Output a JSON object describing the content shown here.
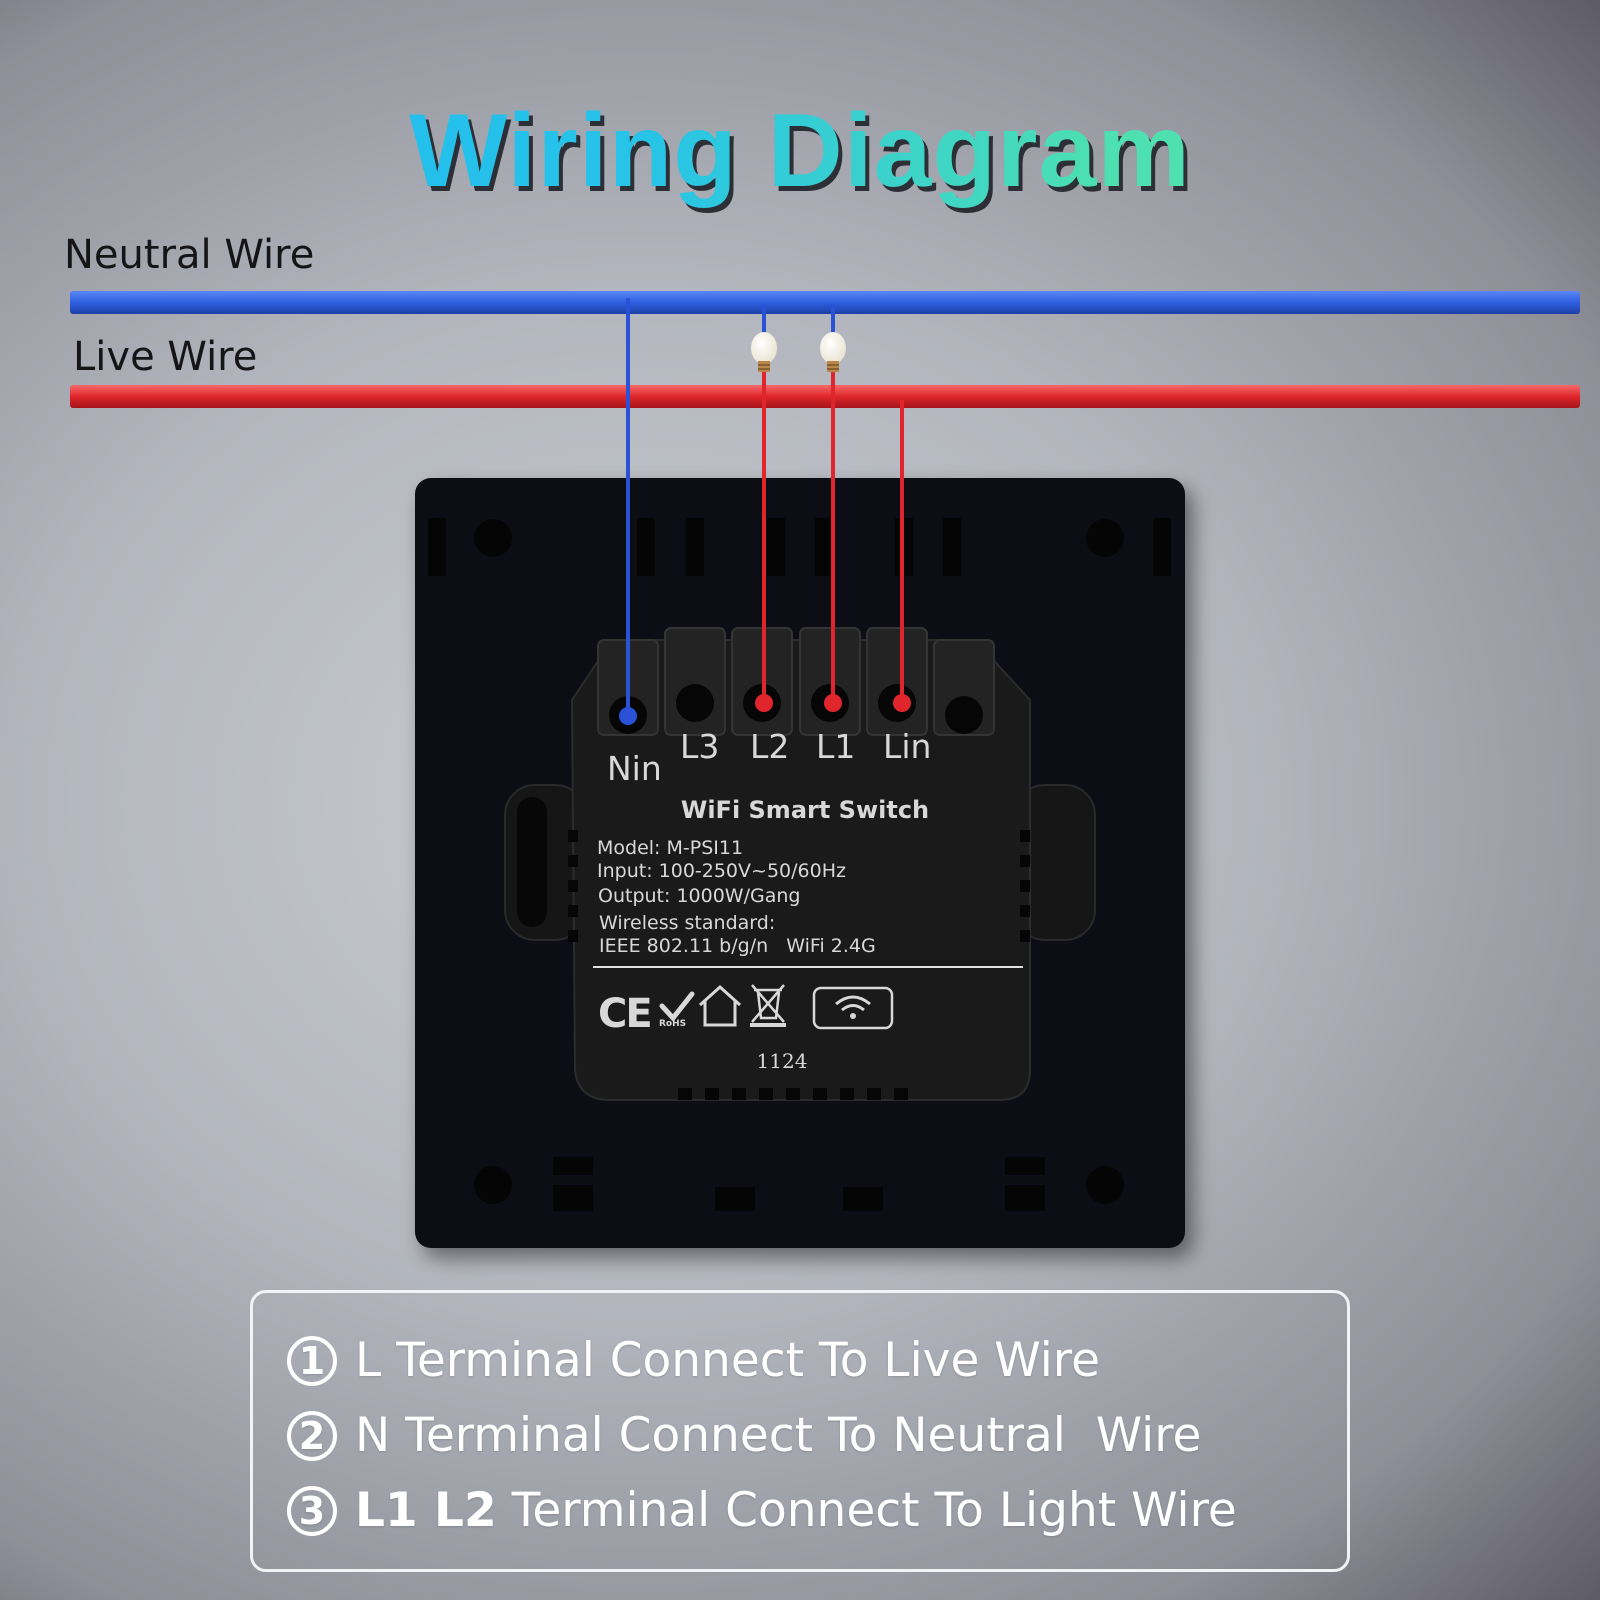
{
  "title": "Wiring Diagram",
  "wires": {
    "neutral_label": "Neutral Wire",
    "live_label": "Live Wire",
    "neutral_color": "#2f5fe0",
    "live_color": "#e0262c"
  },
  "terminals": [
    "Nin",
    "L3",
    "L2",
    "L1",
    "Lin"
  ],
  "module": {
    "name": "WiFi Smart Switch",
    "model": "Model: M-PSI11",
    "input": "Input: 100-250V~50/60Hz",
    "output": "Output: 1000W/Gang",
    "wireless_label": "Wireless standard:",
    "wireless_value": "IEEE 802.11 b/g/n   WiFi 2.4G",
    "ce_mark": "CE",
    "rohs_mark": "RoHS",
    "date_code": "1124",
    "icons": [
      "ce-mark",
      "rohs-check",
      "indoor-house",
      "weee-bin",
      "wifi"
    ]
  },
  "notes": [
    {
      "num": "1",
      "prefix": "",
      "text": "L Terminal Connect To Live Wire"
    },
    {
      "num": "2",
      "prefix": "",
      "text": "N Terminal Connect To Neutral  Wire"
    },
    {
      "num": "3",
      "prefix": "L1 L2",
      "text": " Terminal Connect To Light Wire"
    }
  ]
}
